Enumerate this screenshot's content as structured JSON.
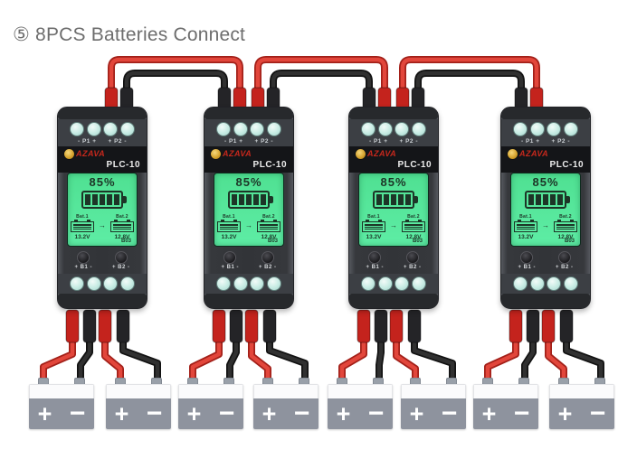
{
  "title": "⑤ 8PCS Batteries Connect",
  "device": {
    "brand_text": "AZAVA",
    "model": "PLC-10",
    "p1_label": "- P1 +",
    "p2_label": "+ P2 -",
    "b1_label": "+ B1 -",
    "b2_label": "+ B2 -",
    "screen": {
      "soc": "85%",
      "bat1_label": "Bat.1",
      "bat2_label": "Bat.2",
      "bat1_voltage": "13.2V",
      "bat2_voltage": "12.8V",
      "transfer_arrow": "→",
      "code": "B03"
    }
  },
  "battery": {
    "plus_label": "+",
    "minus_label": "−"
  },
  "counts": {
    "devices": 4,
    "batteries": 8
  },
  "colors": {
    "wire_red": "#e2463b",
    "wire_red_dark": "#a32019",
    "wire_black": "#303030",
    "wire_black_dark": "#121212",
    "plug_red": "#c4231d",
    "plug_black": "#242427",
    "screen_green": "#57e89c",
    "battery_gray": "#8e939e",
    "brand_red": "#c5281c",
    "title_gray": "#6d6d6d"
  }
}
